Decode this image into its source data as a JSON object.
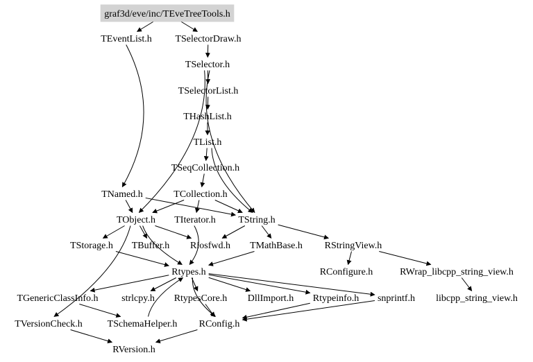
{
  "graph": {
    "root": "graf3d/eve/inc/TEveTreeTools.h",
    "nodes": [
      {
        "id": "root",
        "label": "graf3d/eve/inc/TEveTreeTools.h",
        "highlighted": true
      },
      {
        "id": "teventlist",
        "label": "TEventList.h"
      },
      {
        "id": "tselectordraw",
        "label": "TSelectorDraw.h"
      },
      {
        "id": "tselector",
        "label": "TSelector.h"
      },
      {
        "id": "tselectorlist",
        "label": "TSelectorList.h"
      },
      {
        "id": "thashlist",
        "label": "THashList.h"
      },
      {
        "id": "tlist",
        "label": "TList.h"
      },
      {
        "id": "tseqcollection",
        "label": "TSeqCollection.h"
      },
      {
        "id": "tnamed",
        "label": "TNamed.h"
      },
      {
        "id": "tcollection",
        "label": "TCollection.h"
      },
      {
        "id": "tobject",
        "label": "TObject.h"
      },
      {
        "id": "titerator",
        "label": "TIterator.h"
      },
      {
        "id": "tstring",
        "label": "TString.h"
      },
      {
        "id": "tstorage",
        "label": "TStorage.h"
      },
      {
        "id": "tbuffer",
        "label": "TBuffer.h"
      },
      {
        "id": "riosfwd",
        "label": "Riosfwd.h"
      },
      {
        "id": "tmathbase",
        "label": "TMathBase.h"
      },
      {
        "id": "rstringview",
        "label": "RStringView.h"
      },
      {
        "id": "rtypes",
        "label": "Rtypes.h"
      },
      {
        "id": "rconfigure",
        "label": "RConfigure.h"
      },
      {
        "id": "rwrap",
        "label": "RWrap_libcpp_string_view.h"
      },
      {
        "id": "tgenericclassinfo",
        "label": "TGenericClassInfo.h"
      },
      {
        "id": "strlcpy",
        "label": "strlcpy.h"
      },
      {
        "id": "rtypescore",
        "label": "RtypesCore.h"
      },
      {
        "id": "dllimport",
        "label": "DllImport.h"
      },
      {
        "id": "rtypeinfo",
        "label": "Rtypeinfo.h"
      },
      {
        "id": "snprintf",
        "label": "snprintf.h"
      },
      {
        "id": "libcpp",
        "label": "libcpp_string_view.h"
      },
      {
        "id": "tversioncheck",
        "label": "TVersionCheck.h"
      },
      {
        "id": "tschemahelper",
        "label": "TSchemaHelper.h"
      },
      {
        "id": "rconfig",
        "label": "RConfig.h"
      },
      {
        "id": "rversion",
        "label": "RVersion.h"
      }
    ],
    "edges": [
      {
        "from": "root",
        "to": "teventlist"
      },
      {
        "from": "root",
        "to": "tselectordraw"
      },
      {
        "from": "teventlist",
        "to": "tnamed"
      },
      {
        "from": "tselectordraw",
        "to": "tselector"
      },
      {
        "from": "tselector",
        "to": "tselectorlist"
      },
      {
        "from": "tselector",
        "to": "tobject"
      },
      {
        "from": "tselector",
        "to": "tstring"
      },
      {
        "from": "tselectorlist",
        "to": "thashlist"
      },
      {
        "from": "thashlist",
        "to": "tlist"
      },
      {
        "from": "tlist",
        "to": "tseqcollection"
      },
      {
        "from": "tlist",
        "to": "tstring"
      },
      {
        "from": "tseqcollection",
        "to": "tcollection"
      },
      {
        "from": "tnamed",
        "to": "tobject"
      },
      {
        "from": "tnamed",
        "to": "tstring"
      },
      {
        "from": "tcollection",
        "to": "tobject"
      },
      {
        "from": "tcollection",
        "to": "titerator"
      },
      {
        "from": "tcollection",
        "to": "tstring"
      },
      {
        "from": "tobject",
        "to": "tstorage"
      },
      {
        "from": "tobject",
        "to": "tbuffer"
      },
      {
        "from": "tobject",
        "to": "riosfwd"
      },
      {
        "from": "tobject",
        "to": "rtypes"
      },
      {
        "from": "tobject",
        "to": "tversioncheck"
      },
      {
        "from": "titerator",
        "to": "rtypes"
      },
      {
        "from": "tstring",
        "to": "riosfwd"
      },
      {
        "from": "tstring",
        "to": "tmathbase"
      },
      {
        "from": "tstring",
        "to": "rstringview"
      },
      {
        "from": "tstorage",
        "to": "rtypes"
      },
      {
        "from": "tmathbase",
        "to": "rtypes"
      },
      {
        "from": "rstringview",
        "to": "rconfigure"
      },
      {
        "from": "rstringview",
        "to": "rwrap"
      },
      {
        "from": "rwrap",
        "to": "libcpp"
      },
      {
        "from": "rtypes",
        "to": "tgenericclassinfo"
      },
      {
        "from": "rtypes",
        "to": "strlcpy"
      },
      {
        "from": "rtypes",
        "to": "rtypescore"
      },
      {
        "from": "rtypes",
        "to": "dllimport"
      },
      {
        "from": "rtypes",
        "to": "rtypeinfo"
      },
      {
        "from": "rtypes",
        "to": "snprintf"
      },
      {
        "from": "rtypes",
        "to": "rconfig"
      },
      {
        "from": "tgenericclassinfo",
        "to": "tschemahelper"
      },
      {
        "from": "tschemahelper",
        "to": "rtypes"
      },
      {
        "from": "rtypescore",
        "to": "rconfig"
      },
      {
        "from": "rtypeinfo",
        "to": "rconfig"
      },
      {
        "from": "snprintf",
        "to": "rconfig"
      },
      {
        "from": "tversioncheck",
        "to": "rversion"
      },
      {
        "from": "rconfig",
        "to": "rversion"
      }
    ]
  }
}
